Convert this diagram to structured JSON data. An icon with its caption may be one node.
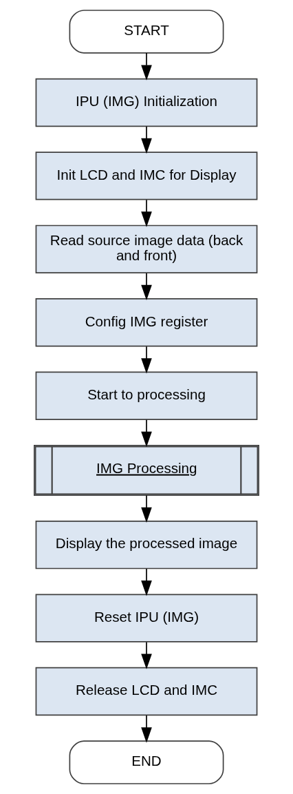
{
  "diagram": {
    "nodes": [
      {
        "text": [
          "START"
        ]
      },
      {
        "text": [
          "IPU (IMG) Initialization"
        ]
      },
      {
        "text": [
          "Init LCD and IMC for Display"
        ]
      },
      {
        "text": [
          "Read source image data (back and front)"
        ]
      },
      {
        "text": [
          "Config IMG register"
        ]
      },
      {
        "text": [
          "Start to processing"
        ]
      },
      {
        "text": [
          "IMG Processing"
        ]
      },
      {
        "text": [
          "Display the processed image"
        ]
      },
      {
        "text": [
          "Reset IPU (IMG)"
        ]
      },
      {
        "text": [
          "Release LCD and IMC"
        ]
      },
      {
        "text": [
          "END"
        ]
      }
    ],
    "edges": [
      {
        "from": 0,
        "to": 1,
        "arrow": "to"
      },
      {
        "from": 1,
        "to": 2,
        "arrow": "to"
      },
      {
        "from": 2,
        "to": 3,
        "arrow": "to"
      },
      {
        "from": 3,
        "to": 4,
        "arrow": "to"
      },
      {
        "from": 4,
        "to": 5,
        "arrow": "to"
      },
      {
        "from": 5,
        "to": 6,
        "arrow": "to"
      },
      {
        "from": 6,
        "to": 7,
        "arrow": "to"
      },
      {
        "from": 7,
        "to": 8,
        "arrow": "to"
      },
      {
        "from": 8,
        "to": 9,
        "arrow": "to"
      },
      {
        "from": 9,
        "to": 10,
        "arrow": "to"
      }
    ]
  }
}
